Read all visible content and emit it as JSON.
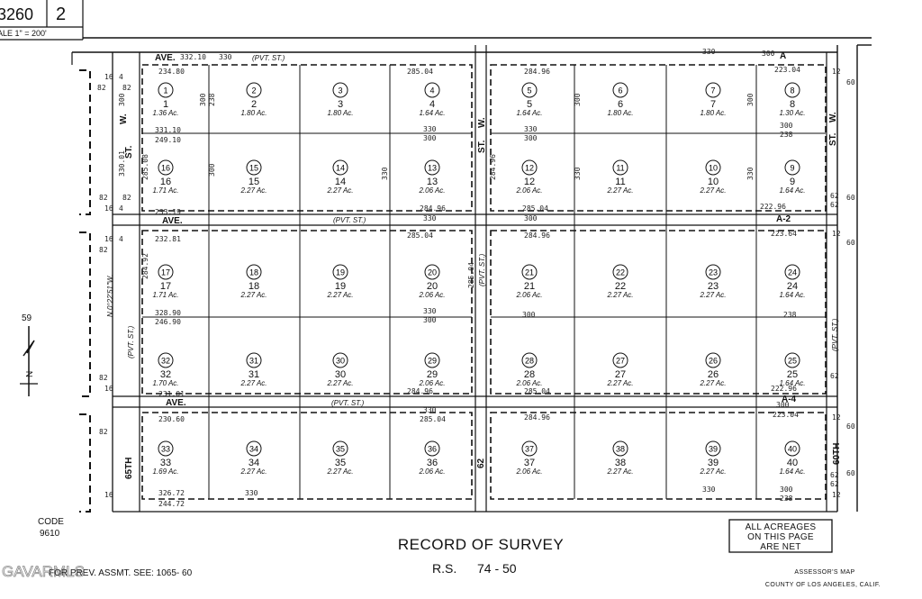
{
  "header": {
    "map_book": "3260",
    "page": "2",
    "scale": "ALE 1\" = 200'"
  },
  "streets": {
    "top_ave": "AVE.",
    "mid1_ave": "AVE.",
    "mid2_ave": "AVE.",
    "bottom_ave": "AVE.",
    "pvt_st": "(PVT. ST.)",
    "left_st_w": "W.",
    "left_st_st": "ST.",
    "mid_st_w": "W.",
    "mid_st_st": "ST.",
    "right_st_w": "W.",
    "right_st_st": "ST.",
    "st_65th": "65TH",
    "st_60th": "60TH",
    "st_62": "62",
    "left_pvt_1": "N.0°22'51\"W.",
    "left_pvt_2": "(PVT. ST.)",
    "center_pvt_1": "(PVT. ST.)",
    "right_pvt_1": "(PVT. ST.)",
    "label_a": "A",
    "label_a2": "A-2",
    "label_a4": "A-4"
  },
  "lots": [
    {
      "n": "1",
      "ac": "1.36 Ac."
    },
    {
      "n": "2",
      "ac": "1.80 Ac."
    },
    {
      "n": "3",
      "ac": "1.80 Ac."
    },
    {
      "n": "4",
      "ac": "1.64 Ac."
    },
    {
      "n": "5",
      "ac": "1.64 Ac."
    },
    {
      "n": "6",
      "ac": "1.80 Ac."
    },
    {
      "n": "7",
      "ac": "1.80 Ac."
    },
    {
      "n": "8",
      "ac": "1.30 Ac."
    },
    {
      "n": "16",
      "ac": "1.71 Ac."
    },
    {
      "n": "15",
      "ac": "2.27 Ac."
    },
    {
      "n": "14",
      "ac": "2.27 Ac."
    },
    {
      "n": "13",
      "ac": "2.06 Ac."
    },
    {
      "n": "12",
      "ac": "2.06 Ac."
    },
    {
      "n": "11",
      "ac": "2.27 Ac."
    },
    {
      "n": "10",
      "ac": "2.27 Ac."
    },
    {
      "n": "9",
      "ac": "1.64 Ac."
    },
    {
      "n": "17",
      "ac": "1.71 Ac."
    },
    {
      "n": "18",
      "ac": "2.27 Ac."
    },
    {
      "n": "19",
      "ac": "2.27 Ac."
    },
    {
      "n": "20",
      "ac": "2.06 Ac."
    },
    {
      "n": "21",
      "ac": "2.06 Ac."
    },
    {
      "n": "22",
      "ac": "2.27 Ac."
    },
    {
      "n": "23",
      "ac": "2.27 Ac."
    },
    {
      "n": "24",
      "ac": "1.64 Ac."
    },
    {
      "n": "32",
      "ac": "1.70 Ac."
    },
    {
      "n": "31",
      "ac": "2.27 Ac."
    },
    {
      "n": "30",
      "ac": "2.27 Ac."
    },
    {
      "n": "29",
      "ac": "2.06 Ac."
    },
    {
      "n": "28",
      "ac": "2.06 Ac."
    },
    {
      "n": "27",
      "ac": "2.27 Ac."
    },
    {
      "n": "26",
      "ac": "2.27 Ac."
    },
    {
      "n": "25",
      "ac": "1.64 Ac."
    },
    {
      "n": "33",
      "ac": "1.69 Ac."
    },
    {
      "n": "34",
      "ac": "2.27 Ac."
    },
    {
      "n": "35",
      "ac": "2.27 Ac."
    },
    {
      "n": "36",
      "ac": "2.06 Ac."
    },
    {
      "n": "37",
      "ac": "2.06 Ac."
    },
    {
      "n": "38",
      "ac": "2.27 Ac."
    },
    {
      "n": "39",
      "ac": "2.27 Ac."
    },
    {
      "n": "40",
      "ac": "1.64 Ac."
    }
  ],
  "dims": {
    "top": [
      "332.10",
      "330",
      "234.80",
      "285.04",
      "284.96",
      "330",
      "300",
      "223.04"
    ],
    "row1_bottom": [
      "331.10",
      "249.10",
      "330",
      "300",
      "330",
      "300",
      "300",
      "238"
    ],
    "row2_bottom": [
      "233.19",
      "284.96",
      "330",
      "285.04",
      "300",
      "222.96",
      "A-2"
    ],
    "row3_top": [
      "232.81",
      "285.04",
      "284.96",
      "223.64"
    ],
    "row3_bottom": [
      "328.90",
      "246.90",
      "330",
      "300",
      "300",
      "238"
    ],
    "row4_bottom": [
      "231.01",
      "284.96",
      "285.04",
      "222.96"
    ],
    "row5_top": [
      "230.60",
      "330",
      "285.04",
      "284.96",
      "300",
      "223.04"
    ],
    "bottom": [
      "326.72",
      "244.72",
      "330",
      "330",
      "300",
      "238"
    ],
    "verticals": [
      "300",
      "238",
      "300",
      "285.08",
      "284.92",
      "330.01",
      "300",
      "330",
      "285.04",
      "284.96",
      "300",
      "330",
      "300",
      "330"
    ],
    "side_left": [
      "16",
      "82",
      "4",
      "82",
      "16",
      "82",
      "4",
      "82",
      "16",
      "4",
      "82",
      "82",
      "16",
      "82",
      "16"
    ],
    "side_right": [
      "12",
      "60",
      "62",
      "62",
      "60",
      "12",
      "60",
      "62",
      "12",
      "60",
      "62",
      "62",
      "60",
      "12"
    ]
  },
  "north": {
    "label": "N",
    "number": "59"
  },
  "code": {
    "label": "CODE",
    "value": "9610"
  },
  "notes": {
    "acreage_1": "ALL ACREAGES",
    "acreage_2": "ON THIS PAGE",
    "acreage_3": "ARE NET"
  },
  "footer": {
    "title": "RECORD OF SURVEY",
    "rs_label": "R.S.",
    "rs_value": "74 - 50",
    "assessment_ref": "FOR PREV. ASSMT. SEE: 1065- 60",
    "watermark": "GAVARMLS",
    "assessor_1": "ASSESSOR'S MAP",
    "assessor_2": "COUNTY OF LOS ANGELES, CALIF."
  }
}
